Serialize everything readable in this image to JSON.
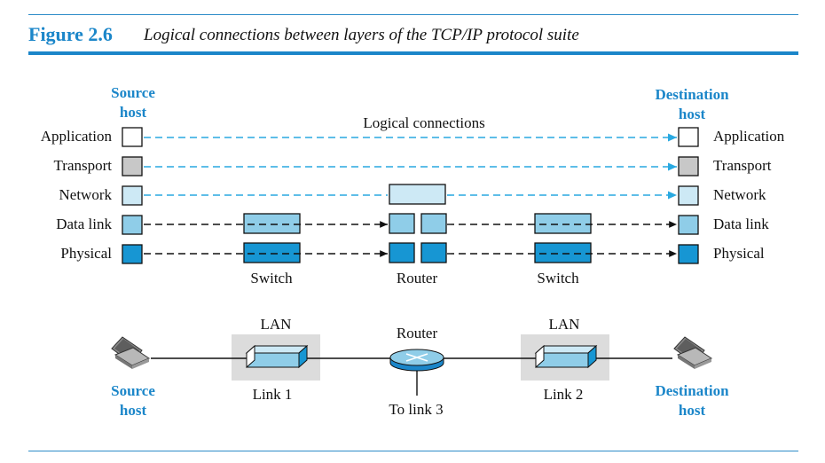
{
  "figure": {
    "number": "Figure 2.6",
    "caption": "Logical connections between layers of the TCP/IP protocol suite"
  },
  "top": {
    "source_host": [
      "Source",
      "host"
    ],
    "destination_host": [
      "Destination",
      "host"
    ],
    "logical_connections": "Logical connections",
    "layers": [
      "Application",
      "Transport",
      "Network",
      "Data link",
      "Physical"
    ],
    "device_labels": {
      "switch1": "Switch",
      "router": "Router",
      "switch2": "Switch"
    }
  },
  "bottom": {
    "lan1": "LAN",
    "lan2": "LAN",
    "router": "Router",
    "link1": "Link 1",
    "link2": "Link 2",
    "link3": "To link 3",
    "source_host": [
      "Source",
      "host"
    ],
    "destination_host": [
      "Destination",
      "host"
    ]
  },
  "colors": {
    "accent": "#1b86c9",
    "logical_line": "#29a9e1",
    "application": "#ffffff",
    "transport": "#c8c8c8",
    "network": "#cde9f5",
    "datalink": "#8fcde8",
    "physical": "#1796d3",
    "lan_background": "#dcdcdc"
  }
}
